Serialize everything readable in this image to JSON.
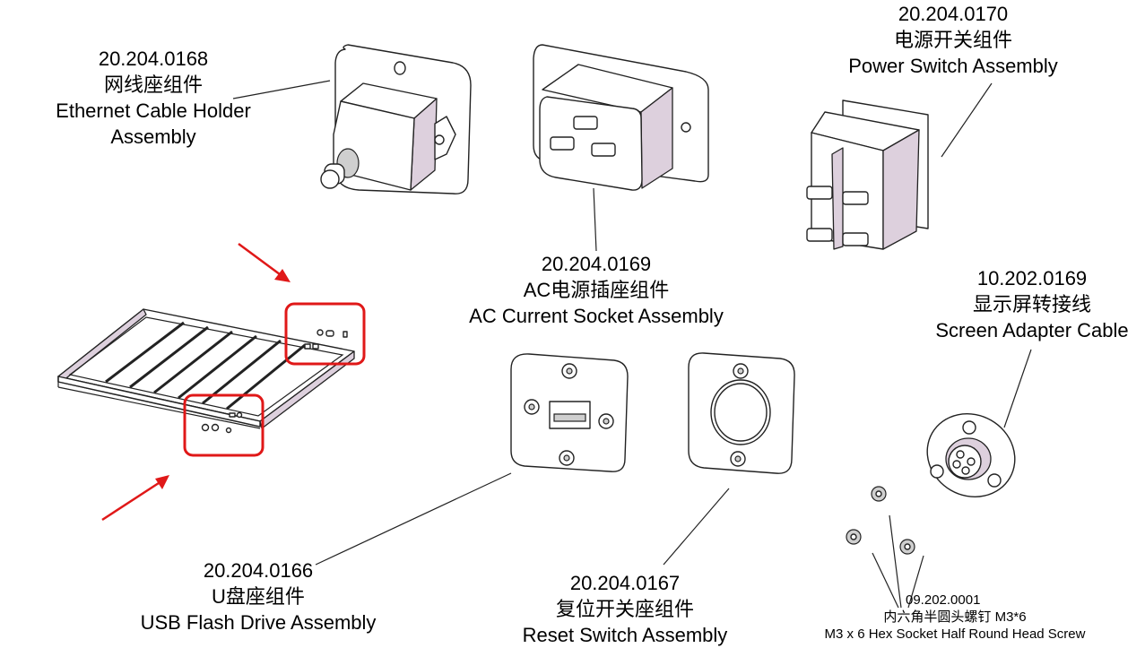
{
  "parts": [
    {
      "id": "ethernet",
      "code": "20.204.0168",
      "name_cn": "网线座组件",
      "name_en": [
        "Ethernet Cable Holder",
        "Assembly"
      ]
    },
    {
      "id": "ac-socket",
      "code": "20.204.0169",
      "name_cn": "AC电源插座组件",
      "name_en": [
        "AC Current Socket Assembly"
      ]
    },
    {
      "id": "power-switch",
      "code": "20.204.0170",
      "name_cn": "电源开关组件",
      "name_en": [
        "Power Switch Assembly"
      ]
    },
    {
      "id": "screen-cable",
      "code": "10.202.0169",
      "name_cn": "显示屏转接线",
      "name_en": [
        "Screen Adapter Cable"
      ]
    },
    {
      "id": "usb",
      "code": "20.204.0166",
      "name_cn": "U盘座组件",
      "name_en": [
        "USB Flash Drive Assembly"
      ]
    },
    {
      "id": "reset-switch",
      "code": "20.204.0167",
      "name_cn": "复位开关座组件",
      "name_en": [
        "Reset Switch Assembly"
      ]
    },
    {
      "id": "screw",
      "code": "09.202.0001",
      "name_cn": "内六角半圆头螺钉 M3*6",
      "name_en": [
        "M3 x 6 Hex Socket Half Round Head Screw"
      ]
    }
  ],
  "highlight_color": "#e01818",
  "shade_color": "#ddd0dd"
}
